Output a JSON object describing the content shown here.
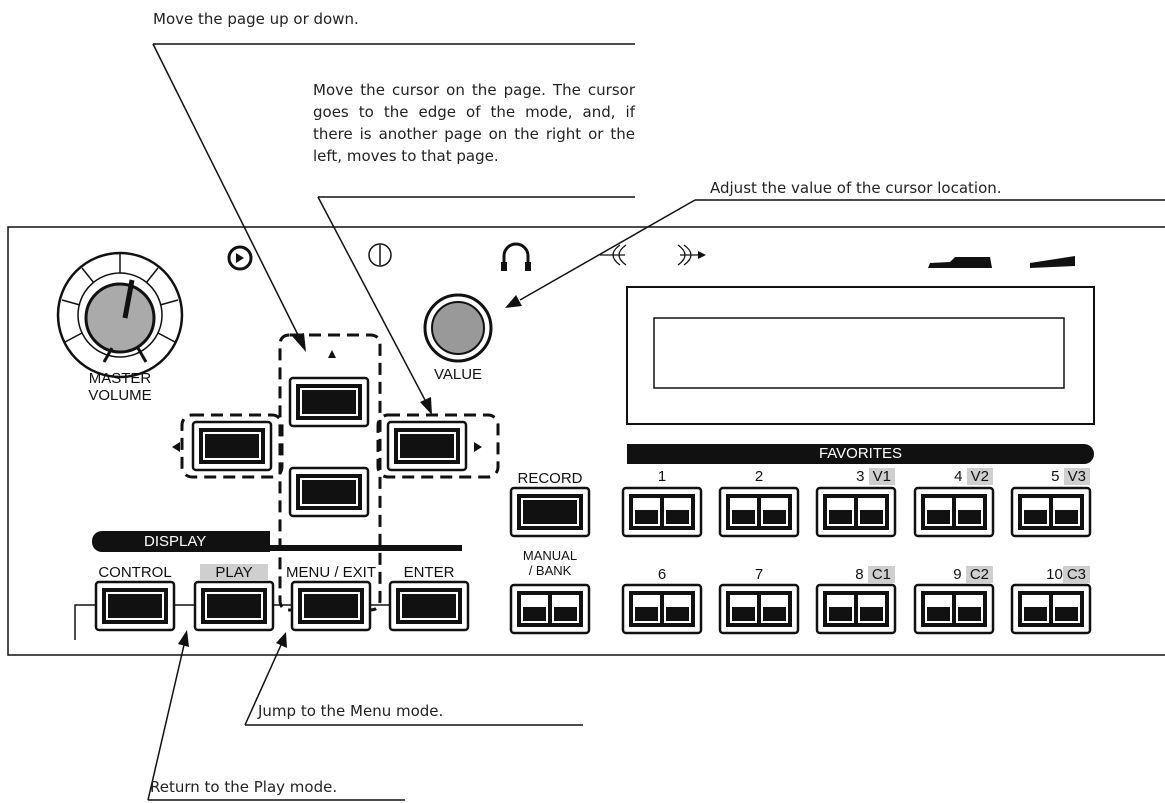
{
  "annotations": {
    "page_updown": "Move the page up or down.",
    "cursor": "Move the cursor on the page. The cursor goes to the edge of the mode, and, if there is another page on the right or the left, moves to that page.",
    "value": "Adjust the value of the cursor location.",
    "menu": "Jump to the Menu mode.",
    "play": "Return to the Play mode."
  },
  "panel": {
    "master_volume": [
      "MASTER",
      "VOLUME"
    ],
    "value_knob": "VALUE",
    "display_bar": "DISPLAY",
    "display_buttons": [
      "CONTROL",
      "PLAY",
      "MENU / EXIT",
      "ENTER"
    ],
    "record": "RECORD",
    "manual_bank": [
      "MANUAL",
      "/ BANK"
    ],
    "favorites": "FAVORITES",
    "favorite_top": [
      {
        "num": "1",
        "tag": ""
      },
      {
        "num": "2",
        "tag": ""
      },
      {
        "num": "3",
        "tag": "V1"
      },
      {
        "num": "4",
        "tag": "V2"
      },
      {
        "num": "5",
        "tag": "V3"
      }
    ],
    "favorite_bottom": [
      {
        "num": "6",
        "tag": ""
      },
      {
        "num": "7",
        "tag": ""
      },
      {
        "num": "8",
        "tag": "C1"
      },
      {
        "num": "9",
        "tag": "C2"
      },
      {
        "num": "10",
        "tag": "C3"
      }
    ]
  }
}
